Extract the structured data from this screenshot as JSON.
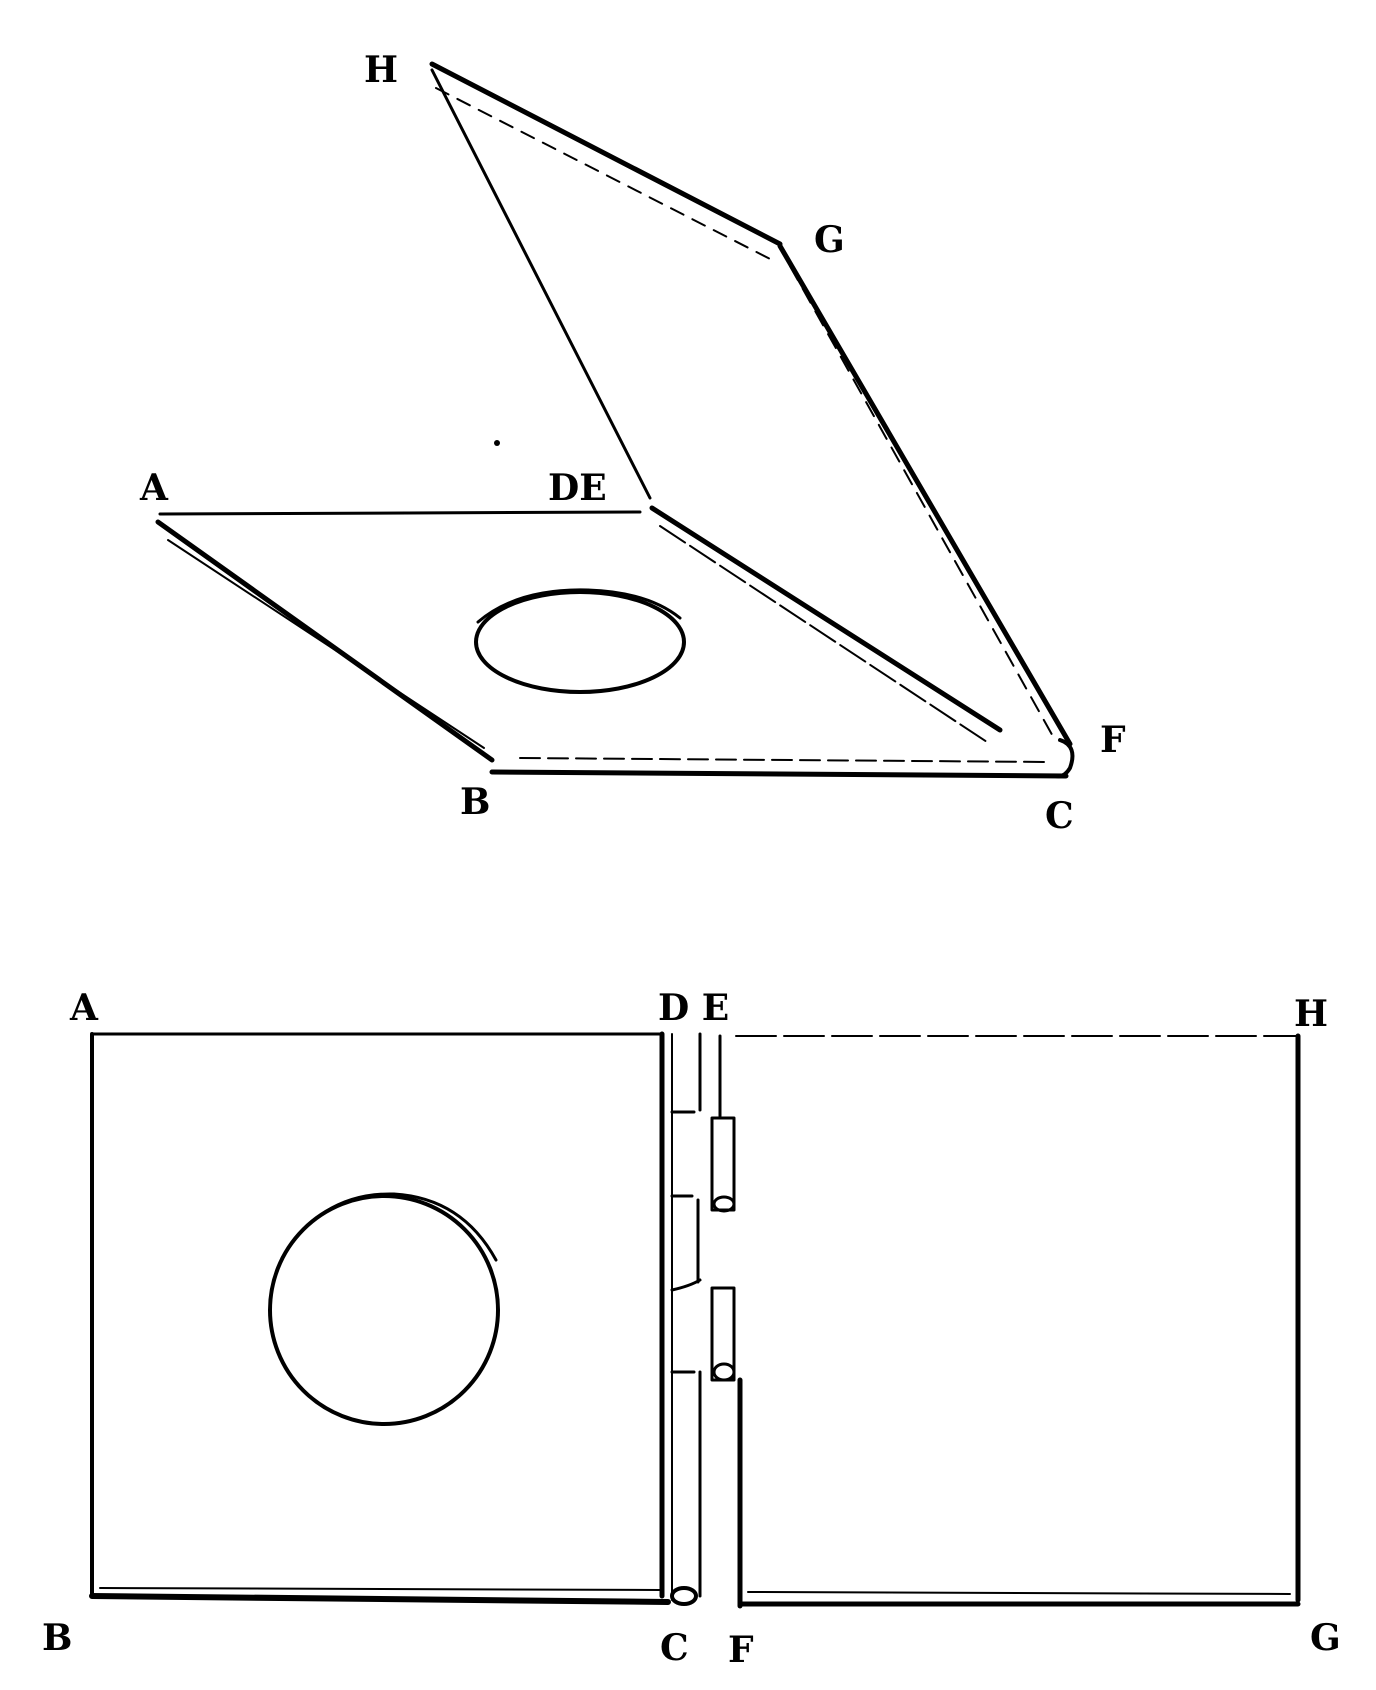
{
  "figure_top": {
    "description": "Two hinged plates shown in perspective, partly opened",
    "labels": {
      "H": "H",
      "G": "G",
      "DE": "DE",
      "A": "A",
      "B": "B",
      "C": "C",
      "F": "F"
    }
  },
  "figure_bottom": {
    "description": "Two hinged plates laid flat, with hinge knuckles between them",
    "labels": {
      "A": "A",
      "DE": "D E",
      "H": "H",
      "B": "B",
      "C": "C",
      "F": "F",
      "G": "G"
    }
  },
  "colors": {
    "ink": "#000000",
    "paper": "#ffffff"
  }
}
